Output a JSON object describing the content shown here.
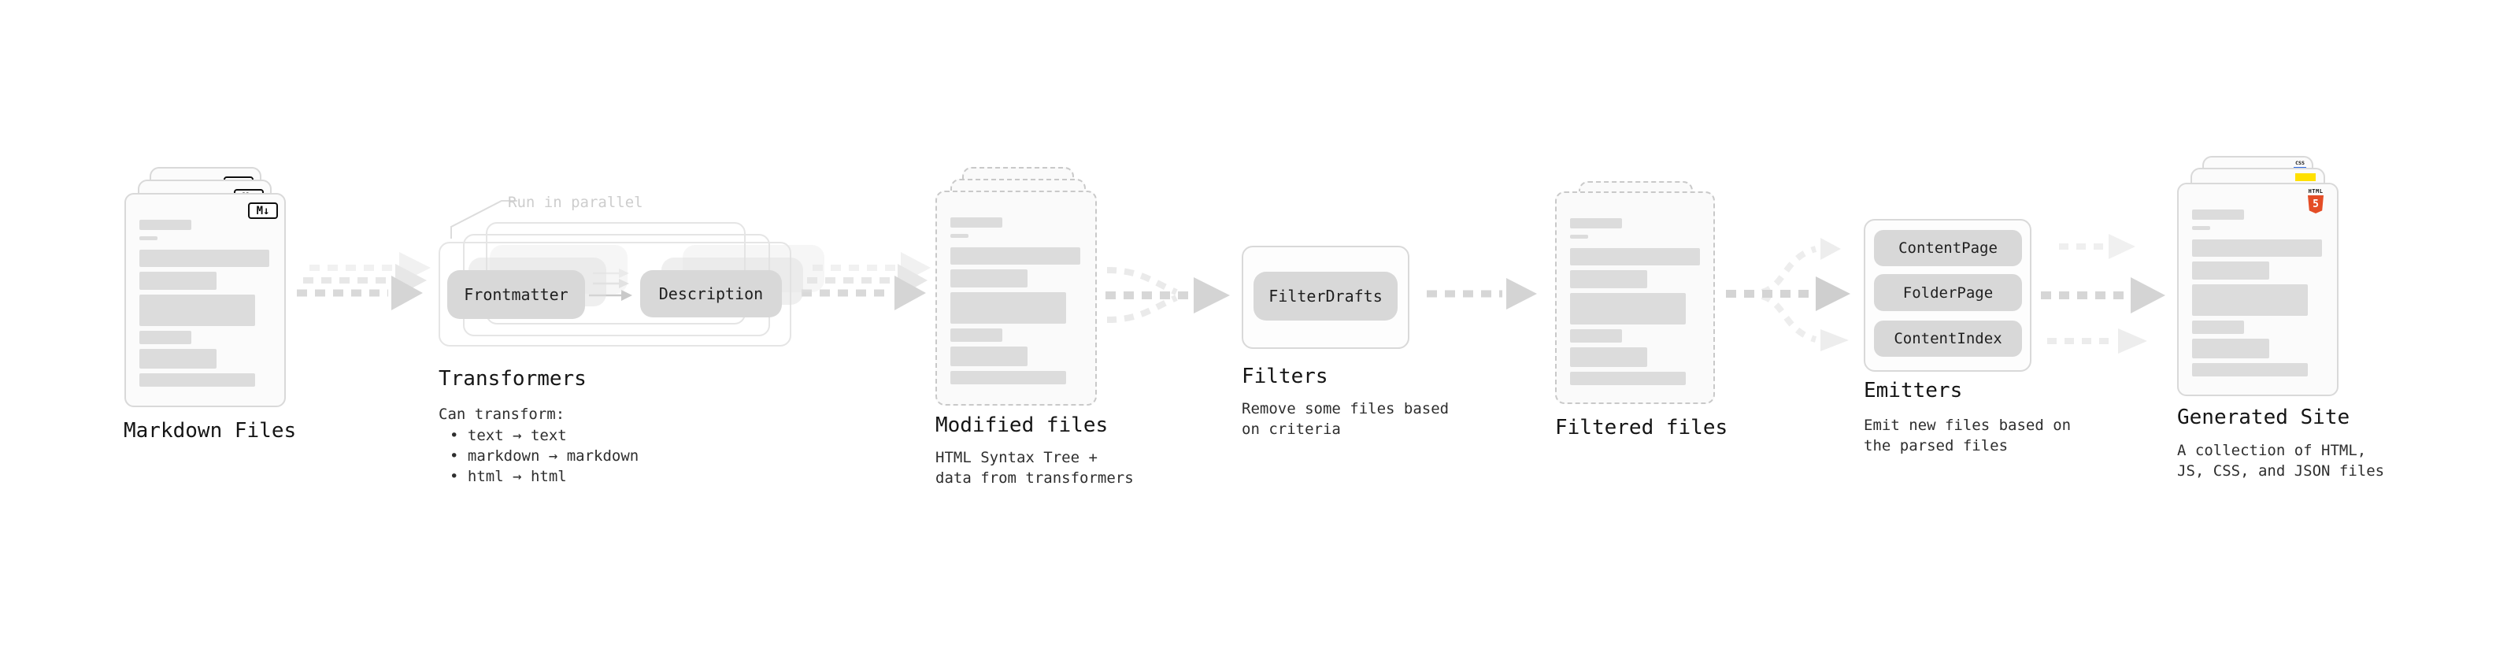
{
  "diagram": {
    "markdown": {
      "title": "Markdown Files",
      "badge": "M↓"
    },
    "transformers": {
      "title": "Transformers",
      "note": "Run in parallel",
      "pills": [
        "Frontmatter",
        "Description"
      ],
      "desc_heading": "Can transform:",
      "bullets": [
        "• text → text",
        "• markdown → markdown",
        "• html → html"
      ]
    },
    "modified": {
      "title": "Modified files",
      "desc_lines": [
        "HTML Syntax Tree +",
        "data from transformers"
      ]
    },
    "filters": {
      "title": "Filters",
      "pills": [
        "FilterDrafts"
      ],
      "desc_lines": [
        "Remove some files based",
        "on criteria"
      ]
    },
    "filtered": {
      "title": "Filtered files"
    },
    "emitters": {
      "title": "Emitters",
      "pills": [
        "ContentPage",
        "FolderPage",
        "ContentIndex"
      ],
      "desc_lines": [
        "Emit new files based on",
        "the parsed files"
      ]
    },
    "generated": {
      "title": "Generated Site",
      "desc_lines": [
        "A collection of HTML,",
        "JS, CSS, and JSON files"
      ],
      "file_icons": {
        "css_label": "CSS",
        "html_label": "HTML",
        "html_number": "5"
      }
    }
  },
  "colors": {
    "html5_orange": "#e44d26",
    "js_yellow": "#ffe000",
    "css_blue": "#2d6ae3",
    "card_border": "#d9d9d9",
    "dashed_border": "#c9c9c9",
    "skeleton_gray": "#dcdcdc",
    "pill_gray": "#d8d8d8",
    "arrow_dark": "#d4d4d4",
    "arrow_light": "#ededed"
  }
}
